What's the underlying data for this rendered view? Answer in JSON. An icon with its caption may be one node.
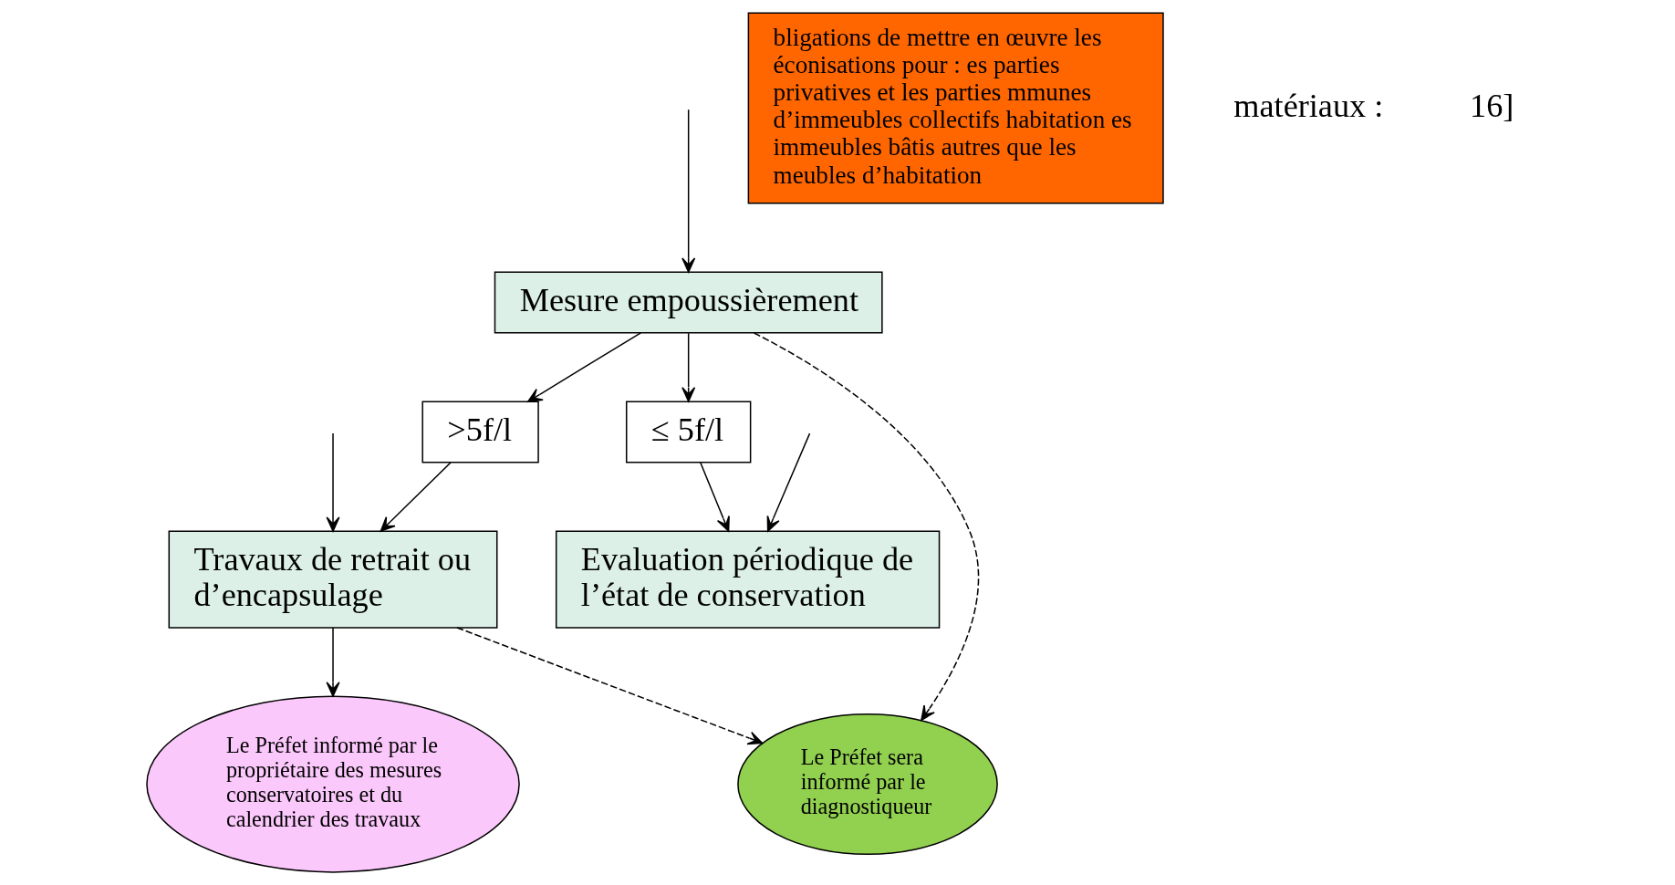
{
  "diagram": {
    "nodes": [
      {
        "text": [
          "Evaluation périodique de l’état de conservation"
        ]
      },
      {
        "text": [
          "Mesure empoussièrement"
        ]
      },
      {
        "text": [
          "≤ 5f/l"
        ]
      },
      {
        "text": [
          ">5f/l"
        ]
      },
      {
        "text": [
          "Travaux de retrait ou d’encapsulage"
        ]
      },
      {
        "text": [
          "bligations de mettre en œuvre les éconisations pour : es parties privatives et les parties mmunes d’immeubles collectifs habitation es immeubles bâtis autres que les meubles d’habitation"
        ]
      },
      {
        "text": [
          "Le Préfet sera informé par le diagnostiqueur"
        ]
      },
      {
        "text": [
          "Le Préfet informé par le propriétaire des mesures conservatoires et du calendrier des travaux"
        ]
      }
    ],
    "edges": [
      {
        "from": null,
        "to": 0,
        "arrow": "to"
      },
      {
        "from": null,
        "to": 1,
        "arrow": "to"
      },
      {
        "from": null,
        "to": 4,
        "arrow": "to"
      },
      {
        "from": 1,
        "to": 2,
        "arrow": "to"
      },
      {
        "from": 1,
        "to": 3,
        "arrow": "to"
      },
      {
        "from": 2,
        "to": 0,
        "arrow": "to"
      },
      {
        "from": 3,
        "to": 4,
        "arrow": "to"
      },
      {
        "from": 1,
        "to": 6,
        "arrow": "to",
        "style": "dashed"
      },
      {
        "from": 4,
        "to": 6,
        "arrow": "to",
        "style": "dashed"
      },
      {
        "from": 4,
        "to": 7,
        "arrow": "to"
      }
    ],
    "labels": [
      "matériaux :",
      "16]"
    ]
  }
}
